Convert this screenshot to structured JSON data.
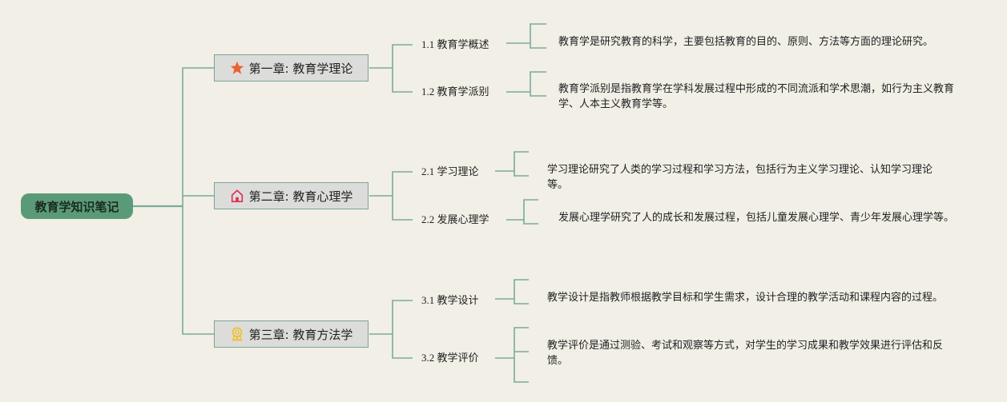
{
  "root": {
    "label": "教育学知识笔记"
  },
  "colors": {
    "line": "#7aab98",
    "root_fill": "#5b9a78",
    "chapter_fill": "#dcdcdb",
    "background": "#f1efe6"
  },
  "chapters": [
    {
      "label": "第一章: 教育学理论",
      "icon": "star-icon",
      "icon_color": "#e8632e",
      "subs": [
        {
          "label": "1.1 教育学概述",
          "note": "教育学是研究教育的科学，主要包括教育的目的、原则、方法等方面的理论研究。"
        },
        {
          "label": "1.2 教育学派别",
          "note": "教育学派别是指教育学在学科发展过程中形成的不同流派和学术思潮，如行为主义教育学、人本主义教育学等。"
        }
      ]
    },
    {
      "label": "第二章: 教育心理学",
      "icon": "house-icon",
      "icon_color": "#d9334f",
      "subs": [
        {
          "label": "2.1 学习理论",
          "note": "学习理论研究了人类的学习过程和学习方法，包括行为主义学习理论、认知学习理论等。"
        },
        {
          "label": "2.2 发展心理学",
          "note": "发展心理学研究了人的成长和发展过程，包括儿童发展心理学、青少年发展心理学等。"
        }
      ]
    },
    {
      "label": "第三章: 教育方法学",
      "icon": "award-ribbon-icon",
      "icon_color": "#f0c030",
      "subs": [
        {
          "label": "3.1 教学设计",
          "note": "教学设计是指教师根据教学目标和学生需求，设计合理的教学活动和课程内容的过程。"
        },
        {
          "label": "3.2 教学评价",
          "note": "教学评价是通过测验、考试和观察等方式，对学生的学习成果和教学效果进行评估和反馈。"
        }
      ]
    }
  ]
}
